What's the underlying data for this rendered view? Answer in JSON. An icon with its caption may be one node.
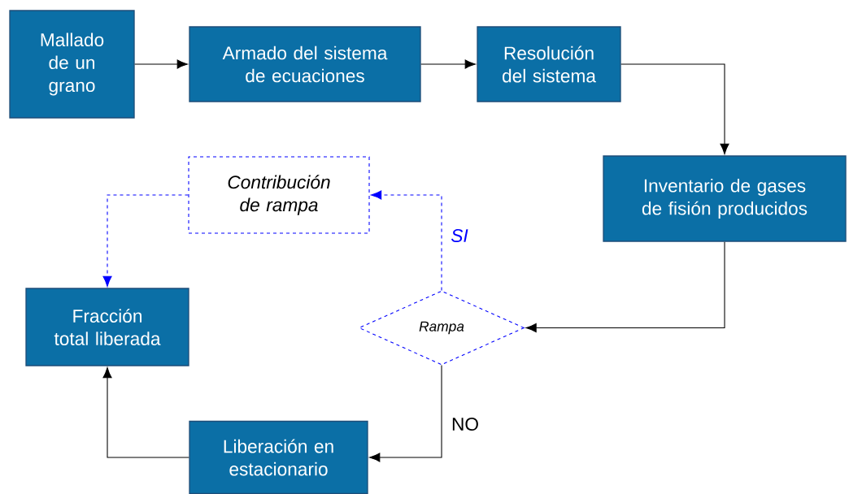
{
  "diagram": {
    "nodes": [
      {
        "text": [
          "Mallado de un grano"
        ]
      },
      {
        "text": [
          "Armado del sistema de ecuaciones"
        ]
      },
      {
        "text": [
          "Resolución del sistema"
        ]
      },
      {
        "text": [
          "Inventario de gases de fisión producidos"
        ]
      },
      {
        "text": [
          "Contribución de rampa"
        ]
      },
      {
        "text": [
          "Rampa"
        ]
      },
      {
        "text": [
          "Fracción total liberada"
        ]
      },
      {
        "text": [
          "Liberación en estacionario"
        ]
      }
    ],
    "edges": [
      {
        "from": 0,
        "to": 1,
        "arrow": "to"
      },
      {
        "from": 1,
        "to": 2,
        "arrow": "to"
      },
      {
        "from": 2,
        "to": 3,
        "arrow": "to"
      },
      {
        "from": 3,
        "to": 5,
        "arrow": "to"
      },
      {
        "from": 5,
        "to": 4,
        "arrow": "to",
        "label": "SI",
        "style": "dashed",
        "color": "#0000ff"
      },
      {
        "from": 4,
        "to": 6,
        "arrow": "to",
        "style": "dashed",
        "color": "#0000ff"
      },
      {
        "from": 5,
        "to": 7,
        "arrow": "to",
        "label": "NO"
      },
      {
        "from": 7,
        "to": 6,
        "arrow": "to"
      }
    ]
  }
}
